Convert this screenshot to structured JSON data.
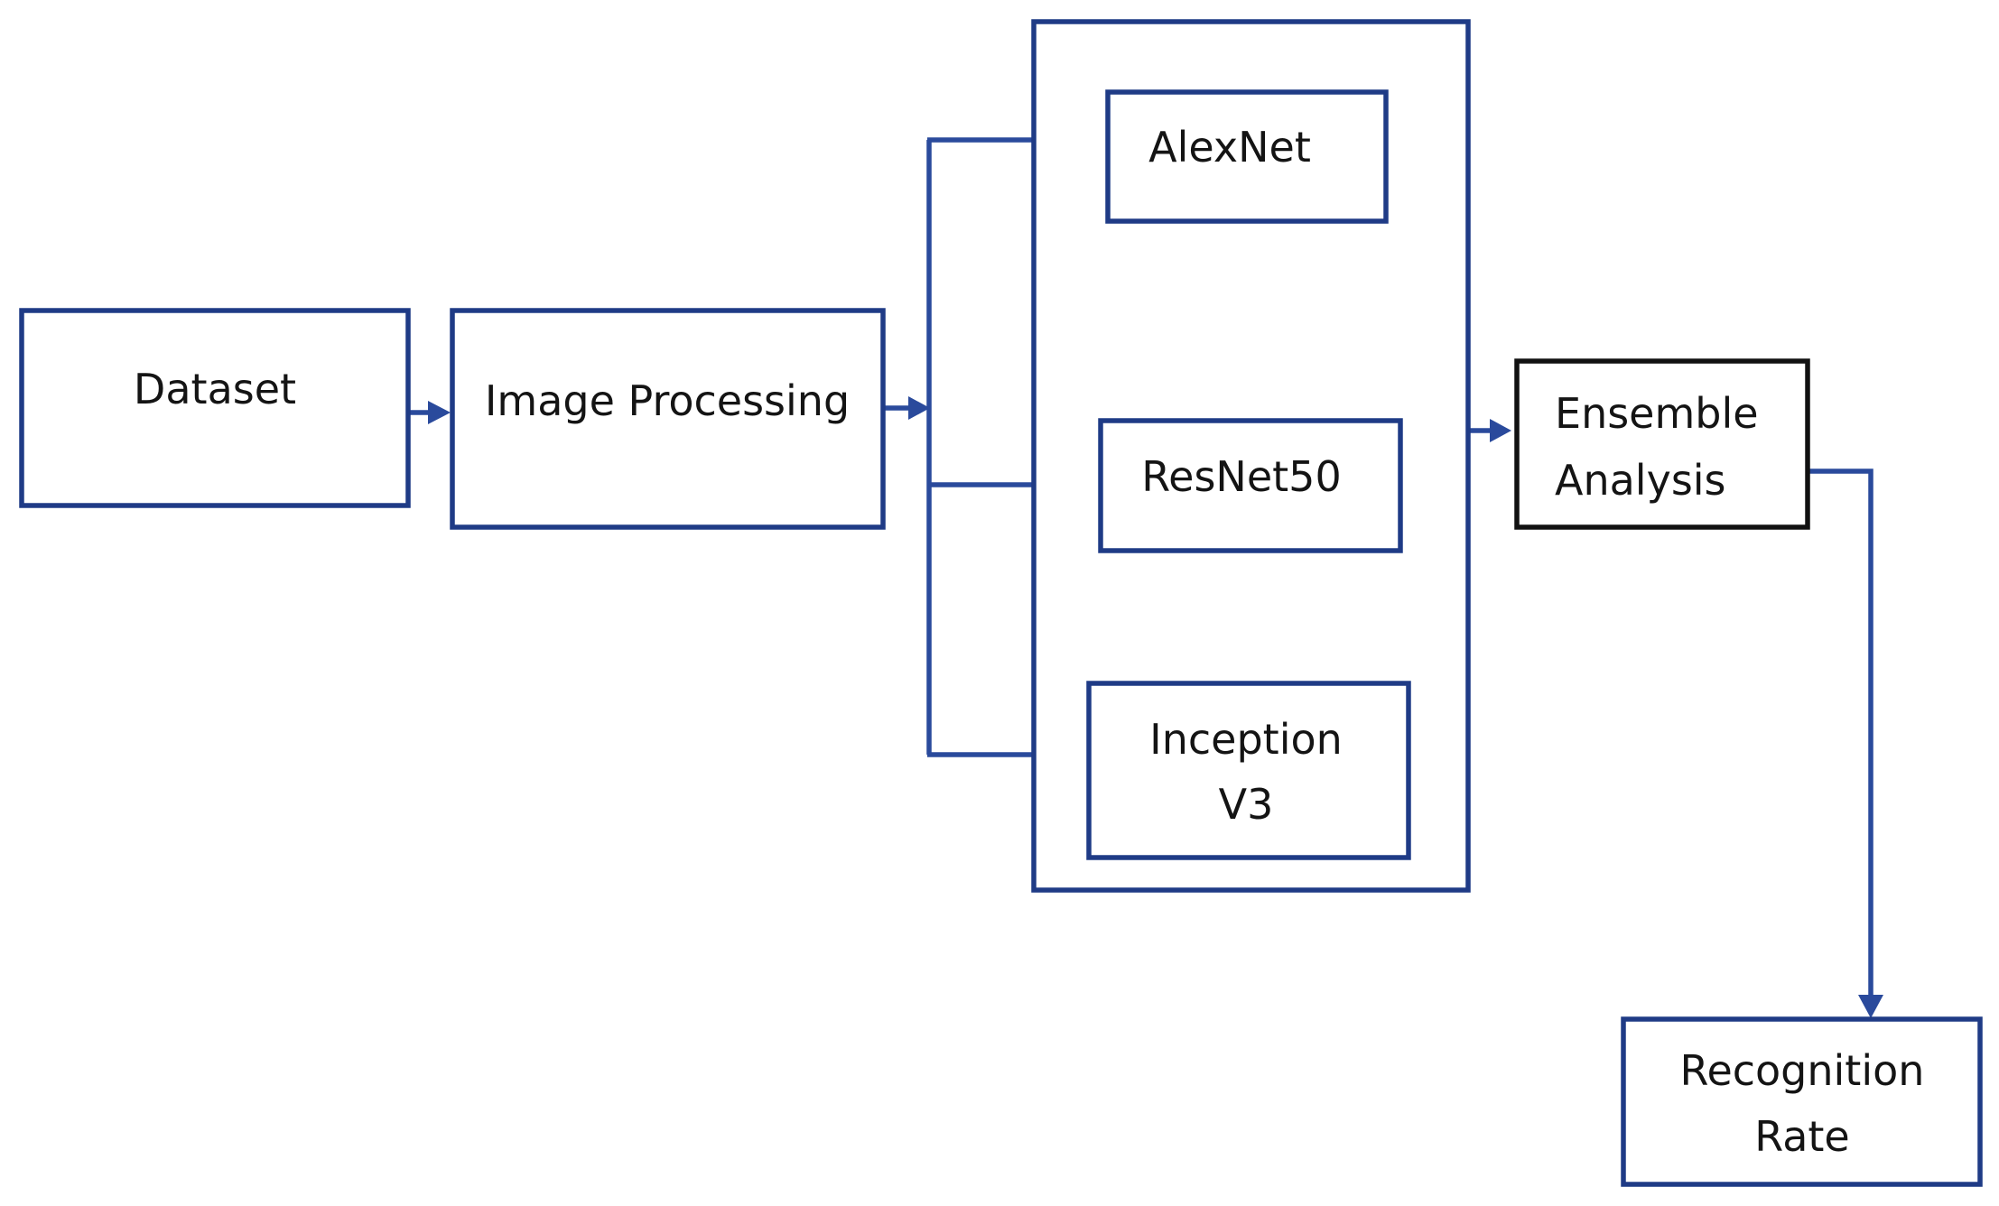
{
  "diagram": {
    "nodes": {
      "dataset": {
        "label": "Dataset"
      },
      "image_processing": {
        "label": "Image Processing"
      },
      "alexnet": {
        "label": "AlexNet"
      },
      "resnet50": {
        "label": "ResNet50"
      },
      "inception": {
        "line1": "Inception",
        "line2": "V3"
      },
      "ensemble": {
        "line1": "Ensemble",
        "line2": "Analysis"
      },
      "recognition": {
        "line1": "Recognition",
        "line2": "Rate"
      }
    },
    "colors": {
      "box_border_blue": "#1f3b86",
      "box_border_black": "#111111",
      "connector": "#2a4a9c",
      "text": "#141414"
    }
  }
}
